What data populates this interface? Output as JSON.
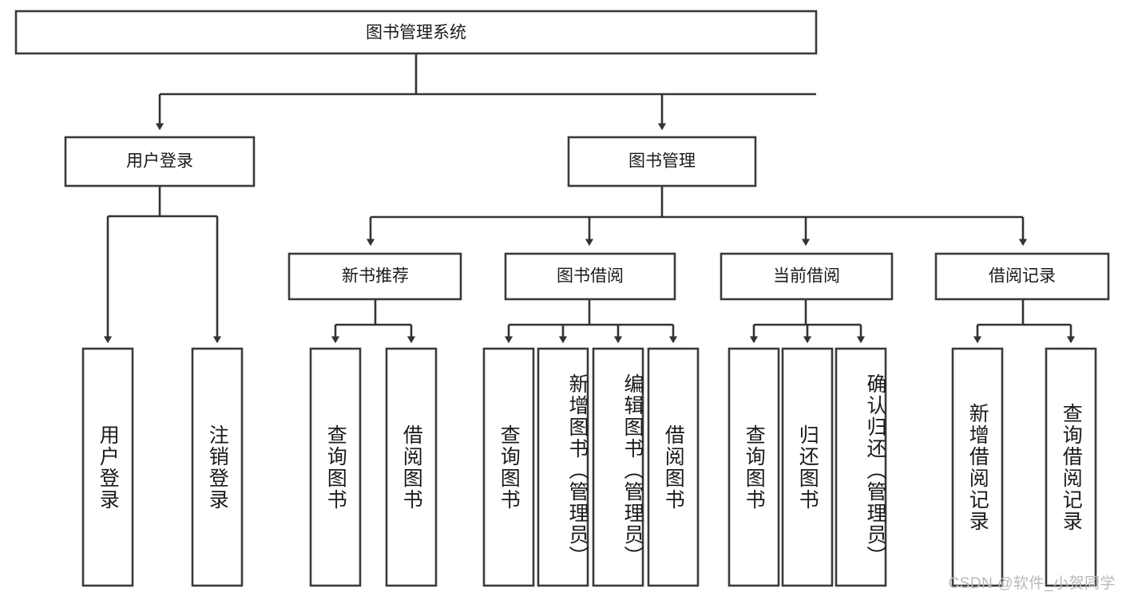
{
  "diagram": {
    "title": "图书管理系统",
    "type": "tree-hierarchy-chart",
    "root": {
      "label": "图书管理系统"
    },
    "level2": [
      {
        "label": "用户登录"
      },
      {
        "label": "图书管理"
      }
    ],
    "level3": [
      {
        "label": "新书推荐"
      },
      {
        "label": "图书借阅"
      },
      {
        "label": "当前借阅"
      },
      {
        "label": "借阅记录"
      }
    ],
    "leaves": {
      "user_login": [
        {
          "label": "用户登录"
        },
        {
          "label": "注销登录"
        }
      ],
      "new_book_recommend": [
        {
          "label": "查询图书"
        },
        {
          "label": "借阅图书"
        }
      ],
      "book_borrow": [
        {
          "label": "查询图书"
        },
        {
          "label": "新增图书（管理员）"
        },
        {
          "label": "编辑图书（管理员）"
        },
        {
          "label": "借阅图书"
        }
      ],
      "current_borrow": [
        {
          "label": "查询图书"
        },
        {
          "label": "归还图书"
        },
        {
          "label": "确认归还（管理员）"
        }
      ],
      "borrow_record": [
        {
          "label": "新增借阅记录"
        },
        {
          "label": "查询借阅记录"
        }
      ]
    },
    "watermark": "CSDN @软件_小贺同学",
    "colors": {
      "box_stroke": "#3a3a3a",
      "connector": "#333333",
      "box_fill": "#ffffff",
      "text": "#1a1a1a",
      "watermark": "#b9b9b9"
    }
  }
}
